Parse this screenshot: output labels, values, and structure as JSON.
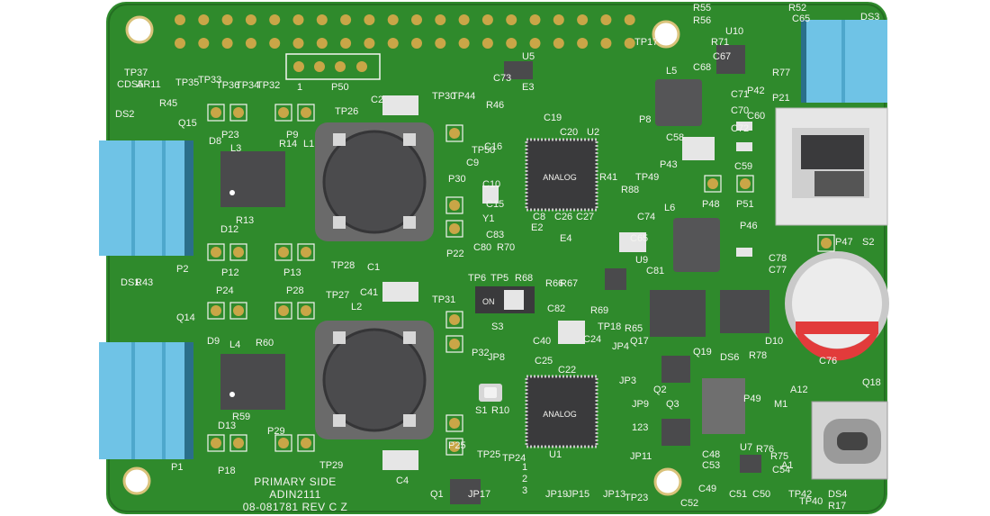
{
  "board": {
    "silkscreen": [
      "PRIMARY SIDE",
      "ADIN2111",
      "08-081781 REV C Z"
    ],
    "colors": {
      "pcb": "#2f8a2c",
      "pcb_dark": "#246f22",
      "silk": "#f4f4f0",
      "gold": "#c9a647",
      "terminal_blue": "#6fc3e6",
      "ic_body": "#3a3a3c",
      "inductor_body": "#4a4a4c",
      "capacitor_red": "#e23b3b"
    }
  },
  "labels": [
    "TP37",
    "TP35",
    "TP36",
    "TP34",
    "TP32",
    "TP33",
    "P50",
    "1",
    "U5",
    "TP17",
    "CDS5",
    "AR11",
    "R45",
    "Q15",
    "DS2",
    "P23",
    "P9",
    "TP26",
    "C2",
    "TP30",
    "TP44",
    "C73",
    "E3",
    "R46",
    "C19",
    "C20",
    "U2",
    "P8",
    "L5",
    "U10",
    "R55",
    "R56",
    "R71",
    "C67",
    "C68",
    "R52",
    "DS3",
    "C65",
    "C60",
    "C71",
    "C70",
    "C72",
    "C58",
    "C59",
    "P21",
    "P42",
    "P43",
    "R77",
    "L3",
    "R14",
    "L1",
    "D8",
    "D12",
    "R13",
    "P2",
    "P12",
    "P13",
    "TP28",
    "C1",
    "P22",
    "TP50",
    "C16",
    "C9",
    "C10",
    "C15",
    "P30",
    "Y1",
    "TP49",
    "R41",
    "R88",
    "C74",
    "L6",
    "P46",
    "P48",
    "P51",
    "S2",
    "P47",
    "C78",
    "C77",
    "C80",
    "R70",
    "C83",
    "TP6",
    "TP5",
    "R68",
    "E2",
    "E4",
    "U9",
    "C81",
    "C8",
    "C26",
    "C27",
    "C65",
    "P24",
    "P28",
    "TP27",
    "C41",
    "L2",
    "TP31",
    "DS1",
    "R43",
    "Q14",
    "S3",
    "C82",
    "R69",
    "R66",
    "R67",
    "TP18",
    "R65",
    "Q17",
    "D10",
    "C76",
    "R78",
    "DS6",
    "L4",
    "R60",
    "D9",
    "P32",
    "C40",
    "C24",
    "C25",
    "C22",
    "JP8",
    "JP3",
    "JP4",
    "Q19",
    "S1",
    "R10",
    "U1",
    "Q2",
    "Q3",
    "P49",
    "A12",
    "Q18",
    "M1",
    "R59",
    "D13",
    "P29",
    "P18",
    "TP29",
    "P1",
    "P25",
    "TP25",
    "TP24",
    "JP9",
    "JP11",
    "C48",
    "C53",
    "U7",
    "R76",
    "R75",
    "A1",
    "C54",
    "C4",
    "Q1",
    "JP17",
    "JP19",
    "JP15",
    "JP13",
    "TP23",
    "C49",
    "C51",
    "C50",
    "C52",
    "TP40",
    "TP42",
    "DS4",
    "R17",
    "123",
    "3",
    "2",
    "1"
  ]
}
